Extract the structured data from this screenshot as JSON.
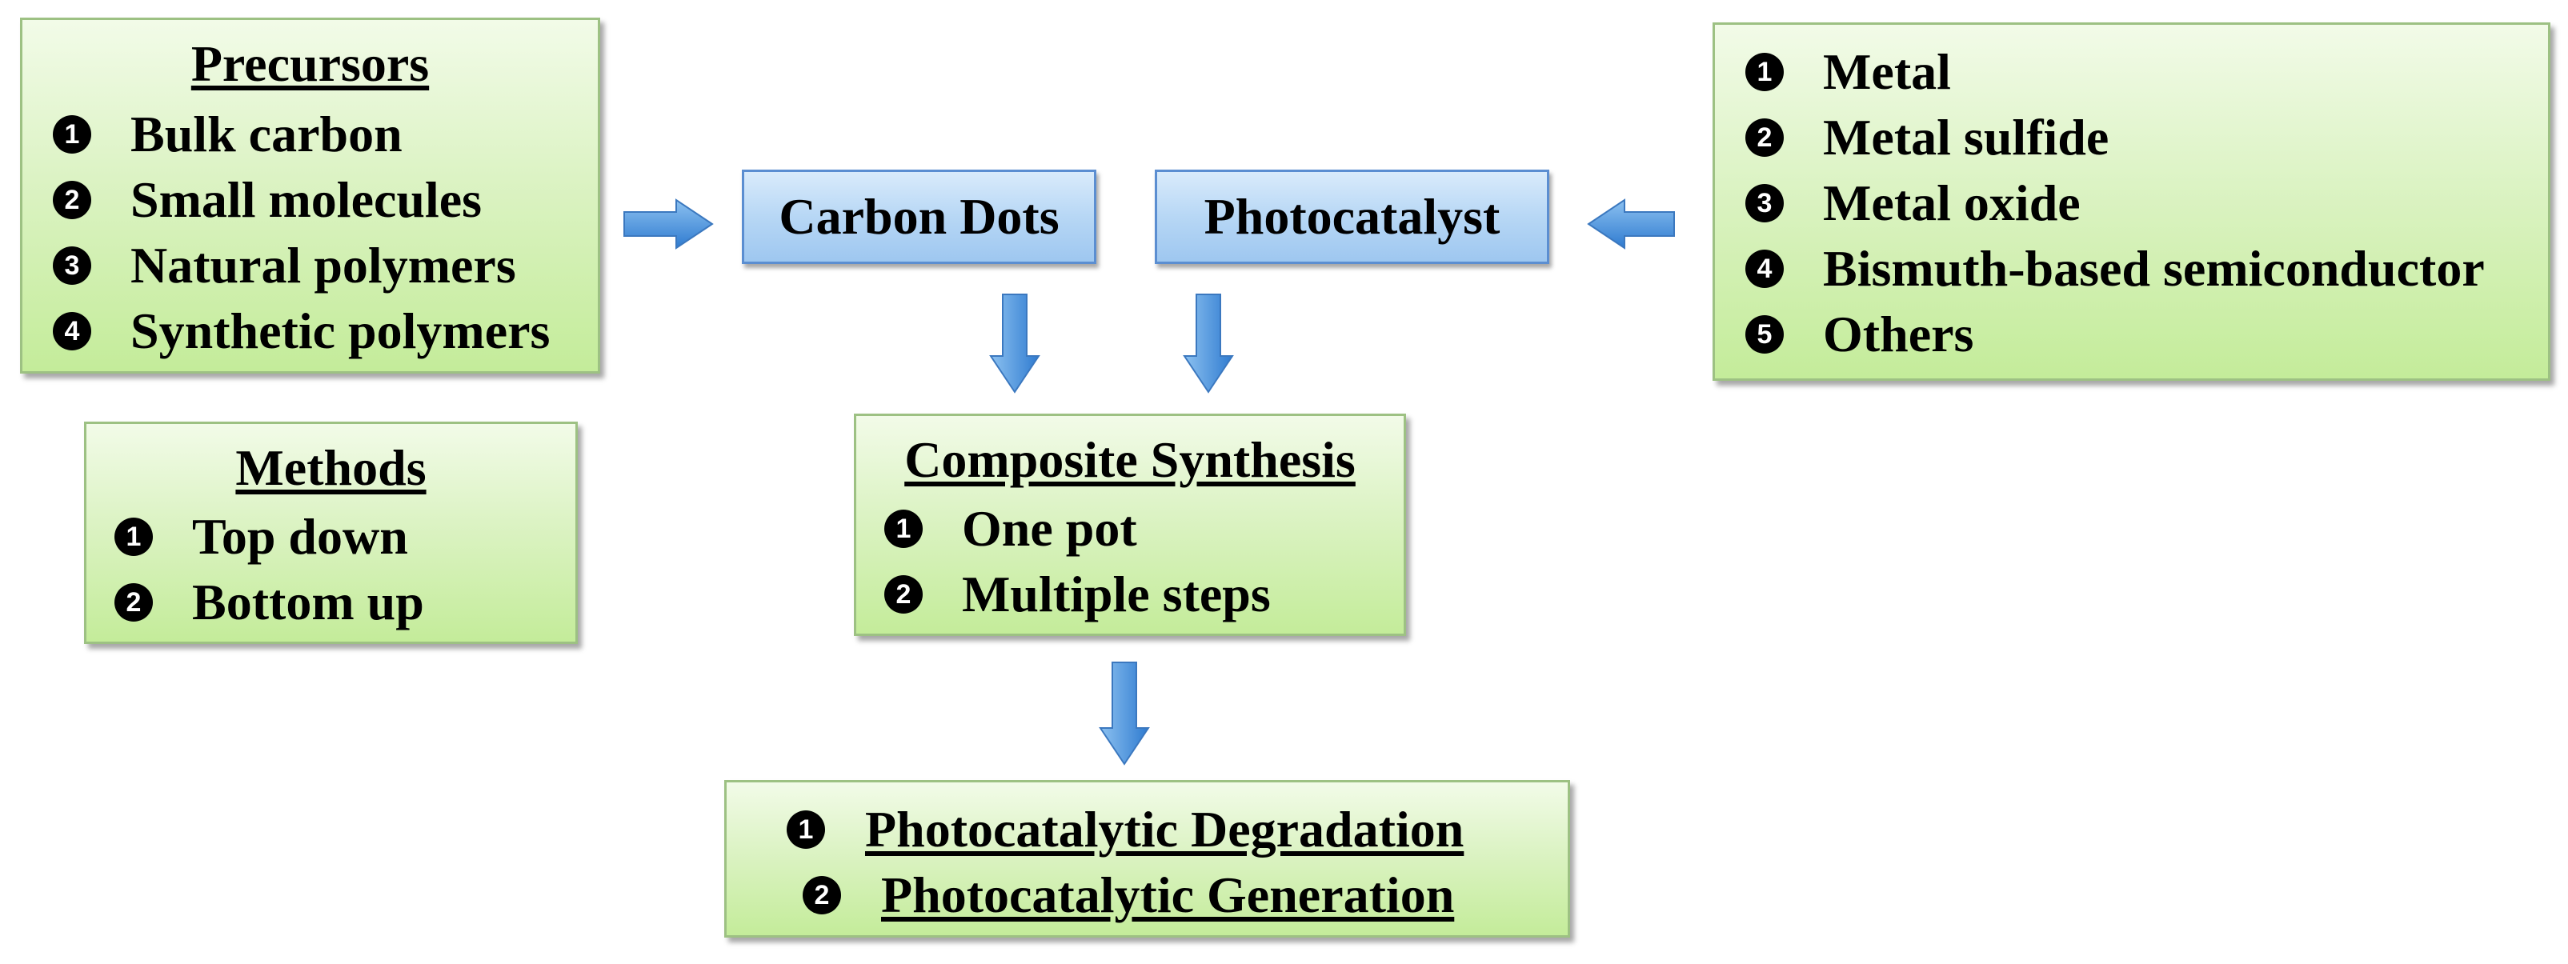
{
  "precursors": {
    "title": "Precursors",
    "items": [
      {
        "num": "1",
        "label": "Bulk carbon"
      },
      {
        "num": "2",
        "label": "Small molecules"
      },
      {
        "num": "3",
        "label": "Natural polymers"
      },
      {
        "num": "4",
        "label": "Synthetic polymers"
      }
    ]
  },
  "methods": {
    "title": "Methods",
    "items": [
      {
        "num": "1",
        "label": "Top down"
      },
      {
        "num": "2",
        "label": "Bottom up"
      }
    ]
  },
  "carbon_dots": {
    "label": "Carbon Dots"
  },
  "photocatalyst": {
    "label": "Photocatalyst"
  },
  "photocatalyst_types": {
    "items": [
      {
        "num": "1",
        "label": "Metal"
      },
      {
        "num": "2",
        "label": "Metal sulfide"
      },
      {
        "num": "3",
        "label": "Metal oxide"
      },
      {
        "num": "4",
        "label": "Bismuth-based semiconductor"
      },
      {
        "num": "5",
        "label": "Others"
      }
    ]
  },
  "composite": {
    "title": "Composite Synthesis",
    "items": [
      {
        "num": "1",
        "label": "One pot"
      },
      {
        "num": "2",
        "label": "Multiple steps"
      }
    ]
  },
  "applications": {
    "items": [
      {
        "num": "1",
        "label": "Photocatalytic Degradation"
      },
      {
        "num": "2",
        "label": "Photocatalytic Generation"
      }
    ]
  },
  "colors": {
    "green_box_border": "#9dc183",
    "blue_box_border": "#5b8ed1",
    "arrow_fill": "#4a90d9"
  }
}
